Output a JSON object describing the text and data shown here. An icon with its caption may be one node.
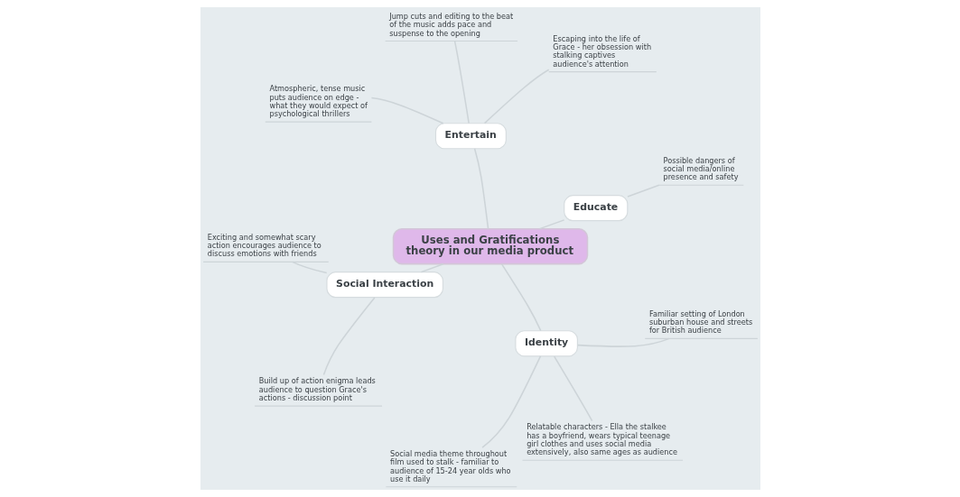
{
  "diagram": {
    "nodes": [
      {
        "text": [
          "Uses and Gratifications theory in our media product"
        ]
      },
      {
        "text": [
          "Entertain"
        ]
      },
      {
        "text": [
          "Escaping into the life of Grace - her obsession with stalking captives audience's attention"
        ]
      },
      {
        "text": [
          "Jump cuts and editing to the beat of the music adds pace and suspense to the opening"
        ]
      },
      {
        "text": [
          "Atmospheric, tense music puts audience on edge - what they would expect of psychological thrillers"
        ]
      },
      {
        "text": [
          "Educate"
        ]
      },
      {
        "text": [
          "Possible dangers of social media/online presence and safety"
        ]
      },
      {
        "text": [
          "Social Interaction"
        ]
      },
      {
        "text": [
          "Exciting and somewhat scary action encourages audience to discuss emotions with friends"
        ]
      },
      {
        "text": [
          "Build up of action enigma leads audience to question Grace's actions - discussion point"
        ]
      },
      {
        "text": [
          "Identity"
        ]
      },
      {
        "text": [
          "Familiar setting of London suburban house and streets for British audience"
        ]
      },
      {
        "text": [
          "Relatable characters - Ella the stalkee has a boyfriend, wears typical teenage girl clothes and uses social media extensively, also same ages as audience"
        ]
      },
      {
        "text": [
          "Social media theme throughout film used to stalk - familiar to audience of 15-24 year olds who use it daily"
        ]
      }
    ],
    "edges": [
      {
        "from": 0,
        "to": 5,
        "arrow": "none"
      },
      {
        "from": 5,
        "to": 6,
        "arrow": "none"
      },
      {
        "from": 0,
        "to": 1,
        "arrow": "none"
      },
      {
        "from": 1,
        "to": 2,
        "arrow": "none"
      },
      {
        "from": 1,
        "to": 3,
        "arrow": "none"
      },
      {
        "from": 1,
        "to": 4,
        "arrow": "none"
      },
      {
        "from": 0,
        "to": 7,
        "arrow": "none"
      },
      {
        "from": 7,
        "to": 8,
        "arrow": "none"
      },
      {
        "from": 7,
        "to": 9,
        "arrow": "none"
      },
      {
        "from": 0,
        "to": 10,
        "arrow": "none"
      },
      {
        "from": 10,
        "to": 13,
        "arrow": "none"
      },
      {
        "from": 10,
        "to": 12,
        "arrow": "none"
      },
      {
        "from": 10,
        "to": 11,
        "arrow": "none"
      }
    ]
  }
}
